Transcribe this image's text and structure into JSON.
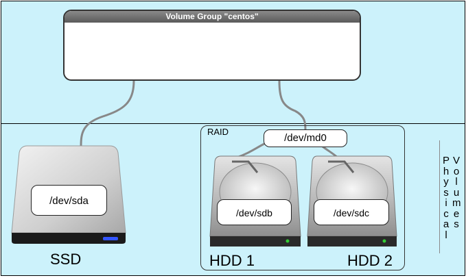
{
  "volume_group": {
    "title": "Volume Group \"centos\""
  },
  "raid": {
    "label": "RAID",
    "device": "/dev/md0"
  },
  "ssd": {
    "device": "/dev/sda",
    "caption": "SSD"
  },
  "hdd1": {
    "device": "/dev/sdb",
    "caption": "HDD 1"
  },
  "hdd2": {
    "device": "/dev/sdc",
    "caption": "HDD 2"
  },
  "physical_volumes": {
    "word1_letters": [
      "P",
      "h",
      "y",
      "s",
      "i",
      "c",
      "a",
      "l"
    ],
    "word2_letters": [
      "V",
      "o",
      "l",
      "u",
      "m",
      "e",
      "s"
    ]
  },
  "colors": {
    "background": "#ccf2fb",
    "title_bar": "#6e6e6e",
    "cable": "#888888",
    "ssd_led": "#3355ff",
    "hdd_led": "#33cc33"
  }
}
